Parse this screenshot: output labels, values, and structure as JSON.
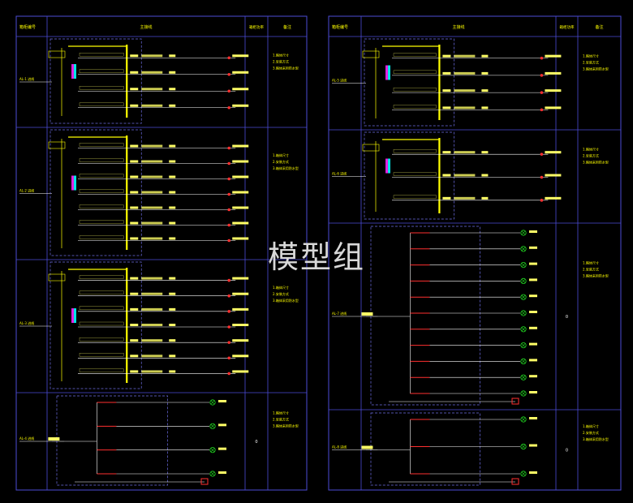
{
  "colors": {
    "background": "#000000",
    "frame": "#4b4bd6",
    "box_dash": "#6e6ee6",
    "bus": "#ffff00",
    "wire": "#ffffff",
    "branch_text": "#ffff66",
    "breaker_red": "#ff3030",
    "lamp_green": "#22dd22",
    "cyan_mark": "#00e5e5",
    "magenta_mark": "#e020e0",
    "watermark": "#d8d8d8"
  },
  "watermark": "模型组",
  "sheets": [
    {
      "header": {
        "col1": "箱柜编号",
        "col2": "主接线",
        "col3": "箱柜功率",
        "col4": "备注"
      },
      "cabinets": [
        {
          "kind": "main",
          "incoming": "AL-1 进线",
          "branches": 4,
          "remark_line1": "1.箱体尺寸",
          "remark_line2": "2.安装方式",
          "remark_line3": "3.箱体采用防水型"
        },
        {
          "kind": "main",
          "incoming": "AL-2 进线",
          "branches": 7,
          "remark_line1": "1.箱体尺寸",
          "remark_line2": "2.安装方式",
          "remark_line3": "3.箱体采用防水型"
        },
        {
          "kind": "main",
          "incoming": "AL-3 进线",
          "branches": 7,
          "remark_line1": "1.箱体尺寸",
          "remark_line2": "2.安装方式",
          "remark_line3": "3.箱体采用防水型"
        },
        {
          "kind": "lamp",
          "incoming": "AL-4 进线",
          "branches": 4,
          "power": "0",
          "remark_line1": "1.箱体尺寸",
          "remark_line2": "2.安装方式",
          "remark_line3": "3.箱体采用防水型"
        }
      ]
    },
    {
      "header": {
        "col1": "箱柜编号",
        "col2": "主接线",
        "col3": "箱柜功率",
        "col4": "备注"
      },
      "cabinets": [
        {
          "kind": "main",
          "incoming": "AL-5 进线",
          "branches": 4,
          "remark_line1": "1.箱体尺寸",
          "remark_line2": "2.安装方式",
          "remark_line3": "3.箱体采用防水型"
        },
        {
          "kind": "main",
          "incoming": "AL-6 进线",
          "branches": 3,
          "remark_line1": "1.箱体尺寸",
          "remark_line2": "2.安装方式",
          "remark_line3": "3.箱体采用防水型"
        },
        {
          "kind": "lamp",
          "incoming": "AL-7 进线",
          "branches": 11,
          "power": "0",
          "remark_line1": "1.箱体尺寸",
          "remark_line2": "2.安装方式",
          "remark_line3": "3.箱体采用防水型"
        },
        {
          "kind": "lamp",
          "incoming": "AL-8 进线",
          "branches": 3,
          "power": "0",
          "remark_line1": "1.箱体尺寸",
          "remark_line2": "2.安装方式",
          "remark_line3": "3.箱体采用防水型"
        }
      ]
    }
  ]
}
